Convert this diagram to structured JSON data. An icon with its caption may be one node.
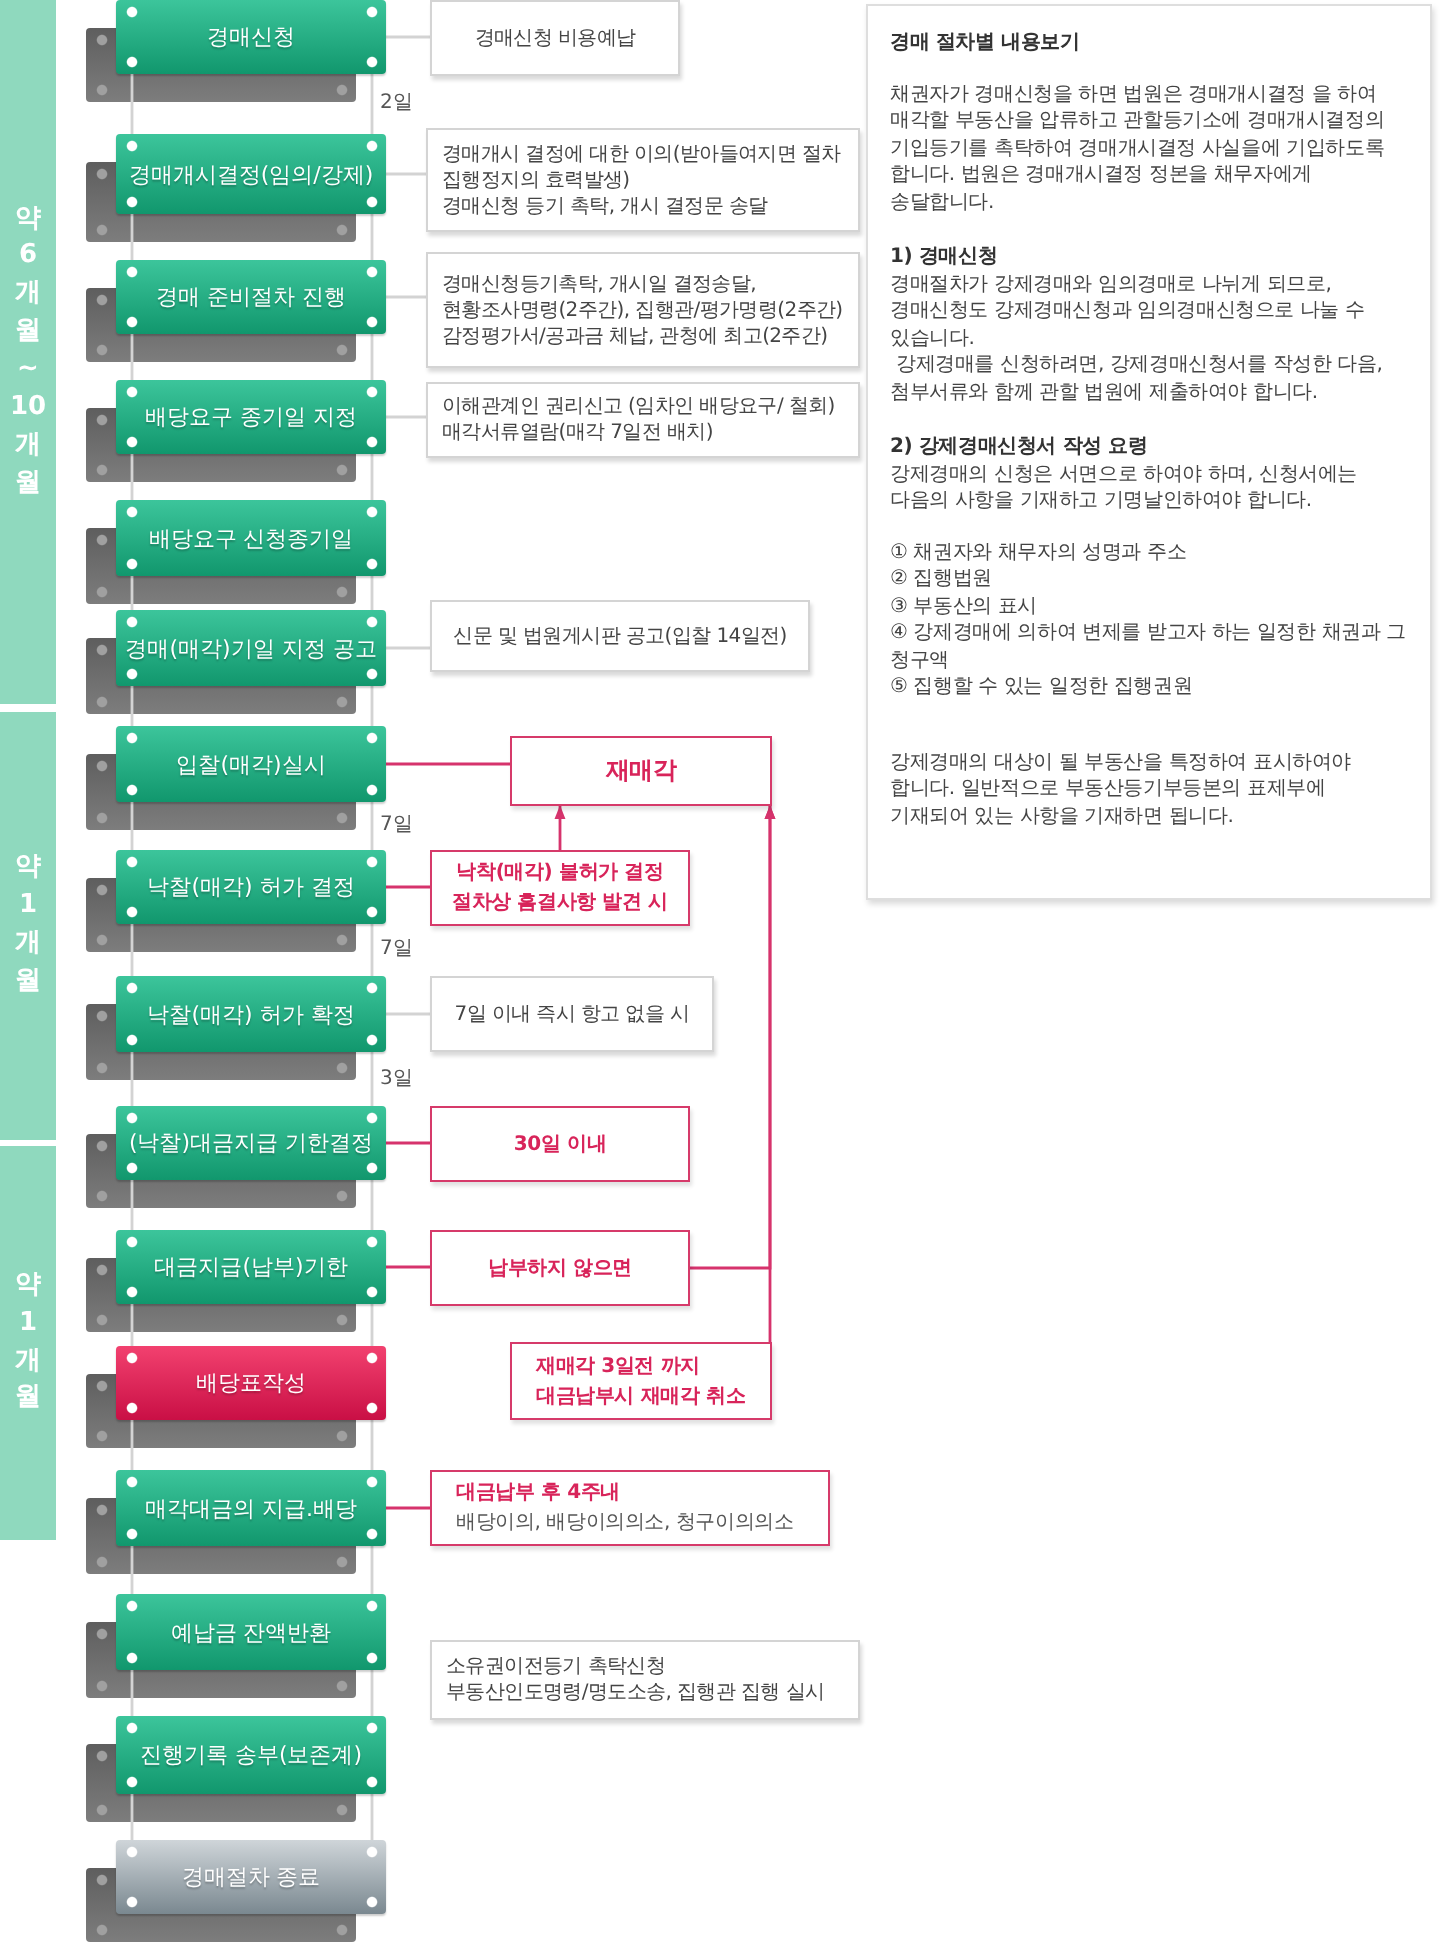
{
  "diagram": {
    "nodes": [
      {
        "text": [
          "약 6개월 ~ 10개월"
        ]
      },
      {
        "text": [
          "약 1개월"
        ]
      },
      {
        "text": [
          "약 1개월"
        ]
      },
      {
        "text": [
          "경매신청"
        ]
      },
      {
        "text": [
          "경매개시결정(임의/강제)"
        ]
      },
      {
        "text": [
          "경매 준비절차 진행"
        ]
      },
      {
        "text": [
          "배당요구 종기일 지정"
        ]
      },
      {
        "text": [
          "배당요구 신청종기일"
        ]
      },
      {
        "text": [
          "경매(매각)기일 지정 공고"
        ]
      },
      {
        "text": [
          "입찰(매각)실시"
        ]
      },
      {
        "text": [
          "낙찰(매각) 허가 결정"
        ]
      },
      {
        "text": [
          "낙찰(매각) 허가 확정"
        ]
      },
      {
        "text": [
          "(낙찰)대금지급 기한결정"
        ]
      },
      {
        "text": [
          "대금지급(납부)기한"
        ]
      },
      {
        "text": [
          "배당표작성"
        ]
      },
      {
        "text": [
          "매각대금의 지급.배당"
        ]
      },
      {
        "text": [
          "예납금 잔액반환"
        ]
      },
      {
        "text": [
          "진행기록 송부(보존계)"
        ]
      },
      {
        "text": [
          "경매절차 종료"
        ]
      },
      {
        "text": [
          "경매신청 비용예납"
        ]
      },
      {
        "text": [
          "경매개시 결정에 대한 이의(받아들여지면 절차 집행정지의 효력발생)",
          "경매신청 등기 촉탁, 개시 결정문 송달"
        ]
      },
      {
        "text": [
          "경매신청등기촉탁, 개시일 결정송달,",
          "현황조사명령(2주간), 집행관/평가명령(2주간)",
          "감정평가서/공과금 체납, 관청에 최고(2주간)"
        ]
      },
      {
        "text": [
          "이해관계인 권리신고 (임차인 배당요구/ 철회)",
          "매각서류열람(매각 7일전 배치)"
        ]
      },
      {
        "text": [
          "신문 및 법원게시판 공고(입찰 14일전)"
        ]
      },
      {
        "text": [
          "재매각"
        ]
      },
      {
        "text": [
          "낙착(매각) 불허가 결정",
          "절차상 흠결사항 발견 시"
        ]
      },
      {
        "text": [
          "7일 이내 즉시 항고 없을 시"
        ]
      },
      {
        "text": [
          "30일 이내"
        ]
      },
      {
        "text": [
          "납부하지 않으면"
        ]
      },
      {
        "text": [
          "재매각 3일전 까지 대금납부시 재매각 취소"
        ]
      },
      {
        "text": [
          "대금납부 후 4주내",
          "배당이의, 배당이의의소, 청구이의의소"
        ]
      },
      {
        "text": [
          "소유권이전등기 촉탁신청",
          "부동산인도명령/명도소송, 집행관 집행 실시"
        ]
      },
      {
        "text": [
          "경매 절차별 내용보기",
          "채권자가 경매신청을 하면 법원은 경매개시결정 을 하여 매각할 부동산을 압류하고 관할등기소에 경매개시결정의 기입등기를 촉탁하여 경매개시결정 사실을에 기입하도록 합니다. 법원은 경매개시결정 정본을 채무자에게 송달합니다.",
          "1) 경매신청",
          "경매절차가 강제경매와 임의경매로 나뉘게 되므로, 경매신청도 강제경매신청과 임의경매신청으로 나눌 수 있습니다.",
          "강제경매를 신청하려면, 강제경매신청서를 작성한 다음, 첨부서류와 함께 관할 법원에 제출하여야 합니다.",
          "2) 강제경매신청서 작성 요령",
          "강제경매의 신청은 서면으로 하여야 하며, 신청서에는 다음의 사항을 기재하고 기명날인하여야 합니다.",
          "① 채권자와 채무자의 성명과 주소",
          "② 집행법원",
          "③ 부동산의 표시",
          "④ 강제경매에 의하여 변제를 받고자 하는 일정한 채권과 그 청구액",
          "⑤ 집행할 수 있는 일정한 집행권원",
          "강제경매의 대상이 될 부동산을 특정하여 표시하여야 합니다. 일반적으로 부동산등기부등본의 표제부에 기재되어 있는 사항을 기재하면 됩니다."
        ]
      }
    ],
    "edges": [
      {
        "from": 3,
        "to": 4,
        "arrow": "none",
        "label": "2일"
      },
      {
        "from": 4,
        "to": 5,
        "arrow": "none"
      },
      {
        "from": 5,
        "to": 6,
        "arrow": "none"
      },
      {
        "from": 6,
        "to": 7,
        "arrow": "none"
      },
      {
        "from": 7,
        "to": 8,
        "arrow": "none"
      },
      {
        "from": 8,
        "to": 9,
        "arrow": "none"
      },
      {
        "from": 9,
        "to": 10,
        "arrow": "none",
        "label": "7일"
      },
      {
        "from": 10,
        "to": 11,
        "arrow": "none",
        "label": "7일"
      },
      {
        "from": 11,
        "to": 12,
        "arrow": "none",
        "label": "3일"
      },
      {
        "from": 12,
        "to": 13,
        "arrow": "none"
      },
      {
        "from": 13,
        "to": 14,
        "arrow": "none"
      },
      {
        "from": 14,
        "to": 15,
        "arrow": "none"
      },
      {
        "from": 15,
        "to": 16,
        "arrow": "none"
      },
      {
        "from": 16,
        "to": 17,
        "arrow": "none"
      },
      {
        "from": 17,
        "to": 18,
        "arrow": "none"
      },
      {
        "from": 3,
        "to": 19,
        "arrow": "none"
      },
      {
        "from": 4,
        "to": 20,
        "arrow": "none"
      },
      {
        "from": 5,
        "to": 21,
        "arrow": "none"
      },
      {
        "from": 6,
        "to": 22,
        "arrow": "none"
      },
      {
        "from": 8,
        "to": 23,
        "arrow": "none"
      },
      {
        "from": 11,
        "to": 26,
        "arrow": "none"
      },
      {
        "from": 9,
        "to": 24,
        "arrow": "none",
        "color": "#d6336c"
      },
      {
        "from": 10,
        "to": 25,
        "arrow": "none",
        "color": "#d6336c"
      },
      {
        "from": 25,
        "to": 24,
        "arrow": "to",
        "color": "#d6336c"
      },
      {
        "from": 12,
        "to": 27,
        "arrow": "none",
        "color": "#d6336c"
      },
      {
        "from": 13,
        "to": 28,
        "arrow": "none",
        "color": "#d6336c"
      },
      {
        "from": 28,
        "to": 24,
        "arrow": "to",
        "color": "#d6336c"
      },
      {
        "from": 29,
        "to": 24,
        "arrow": "to",
        "color": "#d6336c"
      },
      {
        "from": 15,
        "to": 30,
        "arrow": "none",
        "color": "#d6336c"
      }
    ]
  }
}
